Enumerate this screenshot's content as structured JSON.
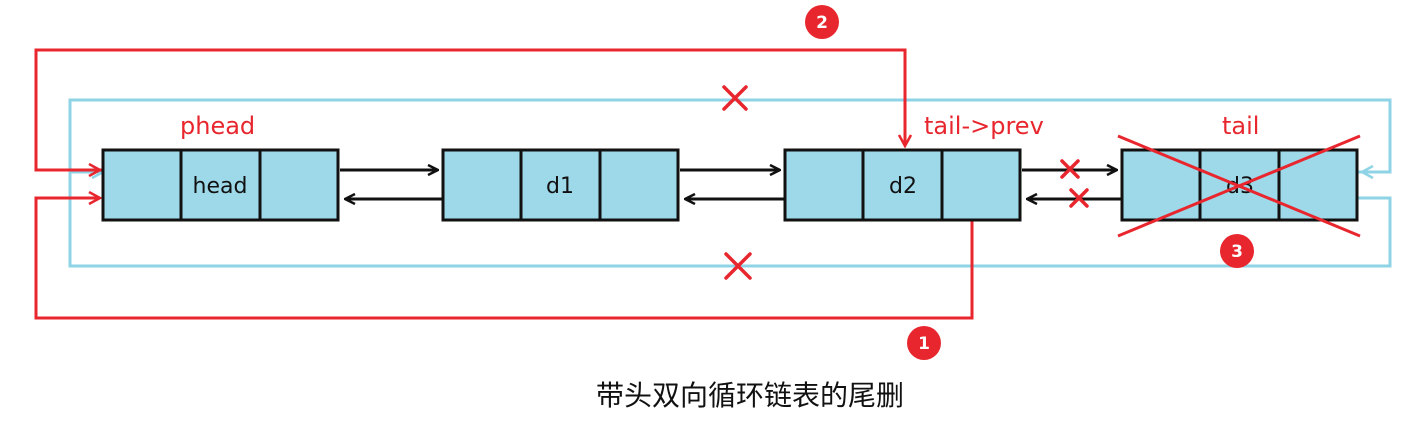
{
  "nodes": {
    "head": "head",
    "d1": "d1",
    "d2": "d2",
    "d3": "d3"
  },
  "labels": {
    "phead": "phead",
    "tail_prev": "tail->prev",
    "tail": "tail"
  },
  "steps": {
    "one": "1",
    "two": "2",
    "three": "3"
  },
  "caption": "带头双向循环链表的尾删",
  "colors": {
    "node_fill": "#9ed9ea",
    "node_stroke": "#111111",
    "red": "#e8262e",
    "blue_link": "#8fd3e6",
    "badge": "#e8262e"
  }
}
